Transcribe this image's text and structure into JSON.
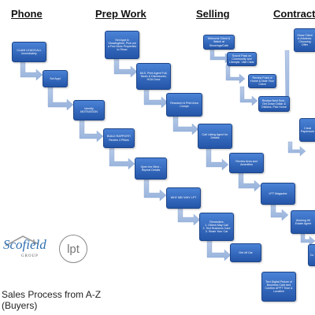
{
  "headers": {
    "phone": "Phone",
    "prep_work": "Prep Work",
    "selling": "Selling",
    "contract": "Contract"
  },
  "boxes": {
    "p1": "CLAIM LEAD/CALL Immediately",
    "p2": "Set Appt",
    "p3": "Identify MOTIVATION",
    "p4": "BUILD RAPPORT/ Review 4 Pillars",
    "p5": "Open the Mind - Repeat Details",
    "w1": "Set Appt in Showingtime, Pick out a Few More Properties to Show",
    "w2": "MLS, Print Agent Full, Taxes & Disclosures, HOA Docs",
    "w3": "Research & Print Area Comps",
    "w4": "WHY ME/ WHY LPT",
    "w5": "Reminders",
    "w5b": "1. Others May Call",
    "w5c": "2. Text Business Card",
    "w5d": "3. Share Your Car",
    "s1": "Welcome Client & Watch at Showings/Cafe",
    "s2": "Sound Pass on Community and Lifestyle, Visit Clear",
    "s3": "Review Point of Home & Note Your Client",
    "s4": "Review Next Sold - Get Down Dollar & Dislikes, Pick Home",
    "s5": "Call Listing Agent for Details",
    "s6": "Review Area and Amenities",
    "s7": "LPT Magazine",
    "s8": "Get off Car",
    "s9": "Text Digital Picture of Business Card and Confirm APPT Time & Location",
    "c1": "Show Client in Advance, Choosing Offer",
    "c2": "Creat Paperwork",
    "c3": "Working W/ Estate Agent",
    "c4": "Co"
  },
  "logo": {
    "brand": "Scofield",
    "sub": "GROUP",
    "partner": "lpt"
  },
  "caption": {
    "line1": "Sales Process from A-Z",
    "line2": "(Buyers)"
  }
}
